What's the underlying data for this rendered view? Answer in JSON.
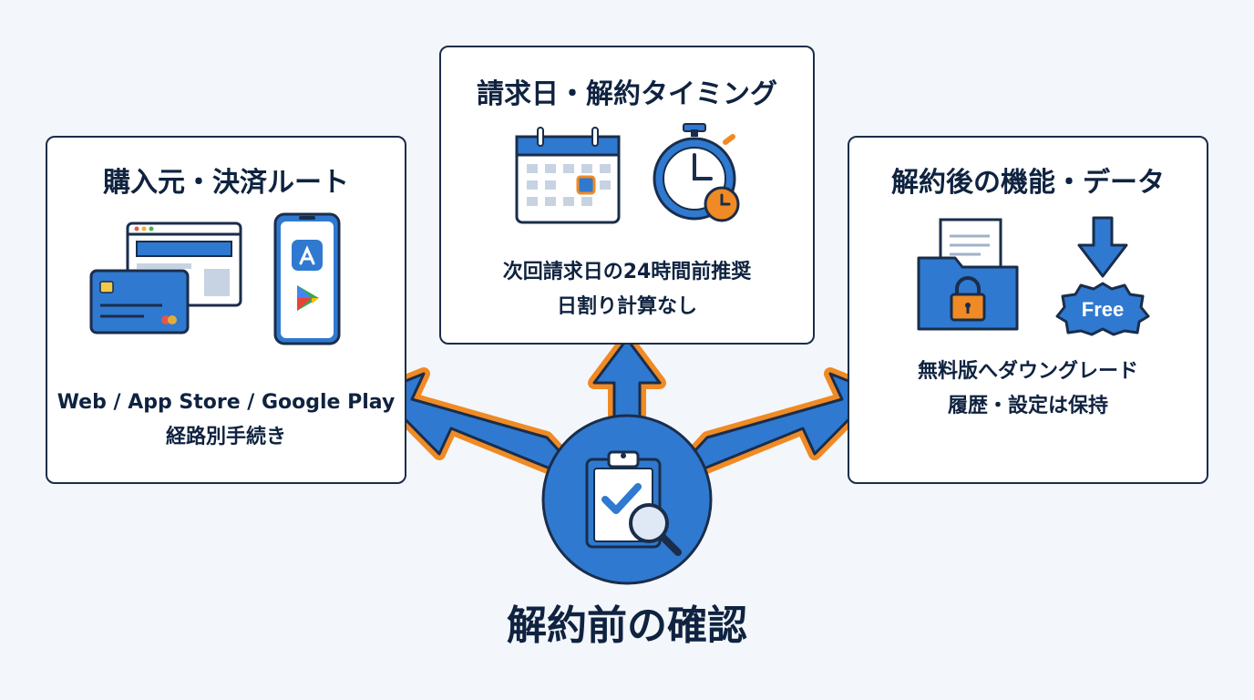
{
  "diagram": {
    "main_title": "解約前の確認",
    "cards": [
      {
        "id": "left",
        "title": "購入元・決済ルート",
        "lines": [
          "Web / App Store / Google Play",
          "経路別手続き"
        ]
      },
      {
        "id": "mid",
        "title": "請求日・解約タイミング",
        "lines": [
          "次回請求日の24時間前推奨",
          "日割り計算なし"
        ]
      },
      {
        "id": "right",
        "title": "解約後の機能・データ",
        "lines": [
          "無料版へダウングレード",
          "履歴・設定は保持"
        ],
        "badge": "Free"
      }
    ],
    "icons": {
      "left": [
        "browser-window-icon",
        "credit-card-icon",
        "smartphone-icon",
        "app-store-icon",
        "google-play-icon"
      ],
      "mid": [
        "calendar-icon",
        "stopwatch-icon"
      ],
      "right": [
        "locked-folder-icon",
        "download-arrow-icon",
        "free-badge-icon"
      ],
      "center": [
        "clipboard-check-icon",
        "magnifier-icon"
      ]
    },
    "colors": {
      "primary_blue": "#2f79d0",
      "dark_navy": "#1a2d4a",
      "accent_orange": "#f08a24",
      "background": "#f3f6fa"
    }
  }
}
